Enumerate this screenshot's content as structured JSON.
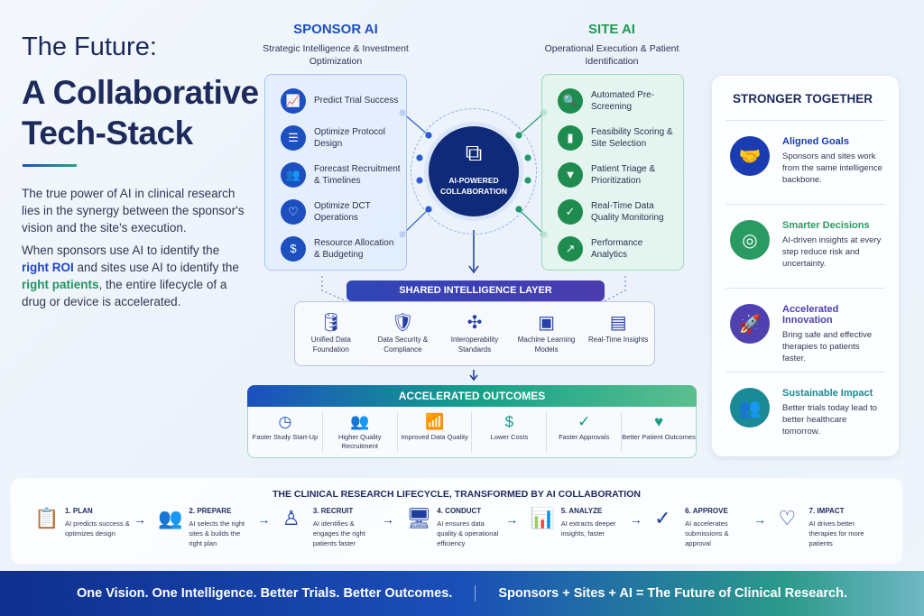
{
  "hero": {
    "line1": "The Future:",
    "line2": "A Collaborative",
    "line3": "Tech-Stack",
    "p1": "The true power of AI in clinical research lies in the synergy between the sponsor's vision and the site's execution.",
    "p2a": "When sponsors use AI to identify the ",
    "p2b": "right ROI",
    "p2c": " and sites use AI to identify the ",
    "p2d": "right patients",
    "p2e": ", the entire lifecycle of a drug or device is accelerated."
  },
  "sponsor": {
    "title": "SPONSOR AI",
    "subtitle": "Strategic Intelligence & Investment Optimization",
    "color": "#1c4fc0",
    "items": [
      {
        "icon": "chart-up-icon",
        "glyph": "📈",
        "label": "Predict Trial Success"
      },
      {
        "icon": "document-icon",
        "glyph": "☰",
        "label": "Optimize Protocol Design"
      },
      {
        "icon": "people-icon",
        "glyph": "👥",
        "label": "Forecast Recruitment & Timelines"
      },
      {
        "icon": "monitor-heart-icon",
        "glyph": "♡",
        "label": "Optimize DCT Operations"
      },
      {
        "icon": "dollar-icon",
        "glyph": "$",
        "label": "Resource Allocation & Budgeting"
      }
    ]
  },
  "site": {
    "title": "SITE AI",
    "subtitle": "Operational Execution & Patient Identification",
    "color": "#1f9a55",
    "items": [
      {
        "icon": "search-person-icon",
        "glyph": "🔍",
        "label": "Automated Pre-Screening"
      },
      {
        "icon": "bar-chart-icon",
        "glyph": "▮",
        "label": "Feasibility Scoring & Site Selection"
      },
      {
        "icon": "funnel-icon",
        "glyph": "▼",
        "label": "Patient Triage & Prioritization"
      },
      {
        "icon": "shield-check-icon",
        "glyph": "✓",
        "label": "Real-Time Data Quality Monitoring"
      },
      {
        "icon": "trend-icon",
        "glyph": "↗",
        "label": "Performance Analytics"
      }
    ]
  },
  "center": {
    "label": "AI-POWERED COLLABORATION"
  },
  "shared": {
    "title": "SHARED INTELLIGENCE LAYER",
    "items": [
      {
        "icon": "database-icon",
        "glyph": "🛢",
        "label": "Unified Data Foundation"
      },
      {
        "icon": "shield-icon",
        "glyph": "🛡",
        "label": "Data Security & Compliance"
      },
      {
        "icon": "network-icon",
        "glyph": "✣",
        "label": "Interoperability Standards"
      },
      {
        "icon": "ai-chip-icon",
        "glyph": "▣",
        "label": "Machine Learning Models"
      },
      {
        "icon": "dashboard-icon",
        "glyph": "▤",
        "label": "Real-Time Insights"
      }
    ]
  },
  "outcomes": {
    "title": "ACCELERATED OUTCOMES",
    "items": [
      {
        "icon": "clock-icon",
        "glyph": "◷",
        "label": "Faster Study Start-Up",
        "color": "#1c4fc0"
      },
      {
        "icon": "people-icon",
        "glyph": "👥",
        "label": "Higher Quality Recruitment",
        "color": "#1c4fc0"
      },
      {
        "icon": "growth-icon",
        "glyph": "📶",
        "label": "Improved Data Quality",
        "color": "#1c6fb8"
      },
      {
        "icon": "dollar-icon",
        "glyph": "$",
        "label": "Lower Costs",
        "color": "#13958a"
      },
      {
        "icon": "check-circle-icon",
        "glyph": "✓",
        "label": "Faster Approvals",
        "color": "#13958a"
      },
      {
        "icon": "heart-icon",
        "glyph": "♥",
        "label": "Better Patient Outcomes",
        "color": "#1aa08a"
      }
    ]
  },
  "stronger": {
    "title": "STRONGER TOGETHER",
    "items": [
      {
        "icon": "handshake-icon",
        "glyph": "🤝",
        "title": "Aligned Goals",
        "desc": "Sponsors and sites work from the same intelligence backbone.",
        "color": "#1a3cb0"
      },
      {
        "icon": "target-icon",
        "glyph": "◎",
        "title": "Smarter Decisions",
        "desc": "AI-driven insights at every step reduce risk and uncertainty.",
        "color": "#2a9a63"
      },
      {
        "icon": "rocket-icon",
        "glyph": "🚀",
        "title": "Accelerated Innovation",
        "desc": "Bring safe and effective therapies to patients faster.",
        "color": "#5040b0"
      },
      {
        "icon": "community-icon",
        "glyph": "👥",
        "title": "Sustainable Impact",
        "desc": "Better trials today lead to better healthcare tomorrow.",
        "color": "#1a8a96"
      }
    ]
  },
  "lifecycle": {
    "title": "THE CLINICAL RESEARCH LIFECYCLE, TRANSFORMED BY AI COLLABORATION",
    "steps": [
      {
        "icon": "clipboard-icon",
        "glyph": "📋",
        "name": "1. PLAN",
        "desc": "AI predicts success & optimizes design"
      },
      {
        "icon": "people-icon",
        "glyph": "👥",
        "name": "2. PREPARE",
        "desc": "AI selects the right sites & builds the right plan"
      },
      {
        "icon": "person-icon",
        "glyph": "♙",
        "name": "3. RECRUIT",
        "desc": "AI identifies & engages the right patients faster"
      },
      {
        "icon": "monitor-icon",
        "glyph": "🖥",
        "name": "4. CONDUCT",
        "desc": "AI ensures data quality & operational efficiency"
      },
      {
        "icon": "chart-icon",
        "glyph": "📊",
        "name": "5. ANALYZE",
        "desc": "AI extracts deeper insights, faster"
      },
      {
        "icon": "check-circle-icon",
        "glyph": "✓",
        "name": "6. APPROVE",
        "desc": "AI accelerates submissions & approval"
      },
      {
        "icon": "heart-icon",
        "glyph": "♡",
        "name": "7. IMPACT",
        "desc": "AI drives better therapies for more patients"
      }
    ]
  },
  "footer": {
    "left": "One Vision. One Intelligence. Better Trials. Better Outcomes.",
    "right": "Sponsors + Sites + AI = The Future of Clinical Research."
  }
}
